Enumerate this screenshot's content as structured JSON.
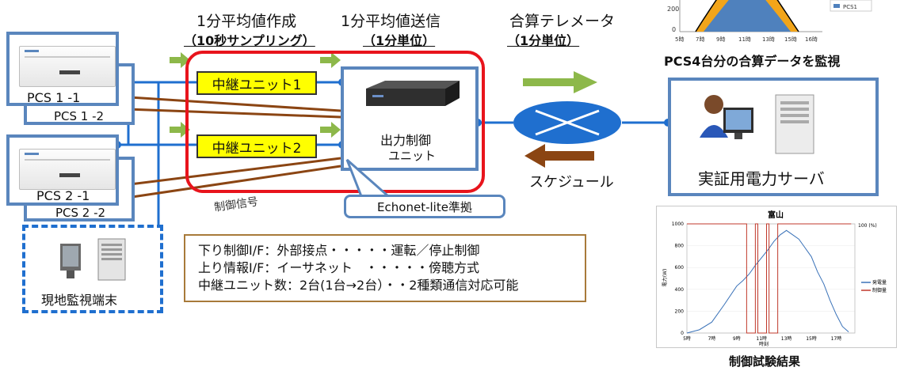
{
  "header": {
    "col1_line1": "1分平均値作成",
    "col1_line2": "（10秒サンプリング）",
    "col2_line1": "1分平均値送信",
    "col2_line2": "（1分単位）",
    "col3_line1": "合算テレメータ",
    "col3_line2": "（1分単位）"
  },
  "pcs_units": [
    "PCS 1 -1",
    "PCS 1 -2",
    "PCS 2 -1",
    "PCS 2 -2"
  ],
  "relay_units": [
    "中継ユニット1",
    "中継ユニット2"
  ],
  "output_control": {
    "line1": "出力制御",
    "line2": "ユニット"
  },
  "schedule_label": "スケジュール",
  "control_signal_label": "制御信号",
  "echonet_label": "Echonet-lite準拠",
  "server_label": "実証用電力サーバ",
  "local_terminal_label": "現地監視端末",
  "sum_monitor_label": "PCS4台分の合算データを監視",
  "spec_lines": [
    "下り制御I/F：外部接点・・・・・運転／停止制御",
    "上り情報I/F：イーサネット　・・・・・傍聴方式",
    "中継ユニット数：2台(1台→2台）・・2種類通信対応可能"
  ],
  "control_result_label": "制御試験結果",
  "colors": {
    "blue_frame": "#5a86bd",
    "red_frame": "#e8141c",
    "yellow": "#ffff00",
    "green_arrow": "#8db84a",
    "brown_arrow": "#8b4513",
    "network": "#1f6fcf"
  },
  "top_chart": {
    "y_ticks": [
      "200",
      "0"
    ],
    "x_ticks": [
      "5時",
      "7時",
      "9時",
      "11時",
      "13時",
      "15時",
      "16時"
    ],
    "legend": "PCS1"
  },
  "chart_data": {
    "type": "line",
    "title": "富山",
    "xlabel": "時刻",
    "ylabel": "電力(W)",
    "x_ticks": [
      "5時",
      "7時",
      "9時",
      "11時",
      "13時",
      "15時",
      "17時"
    ],
    "y_ticks": [
      "1000",
      "800",
      "600",
      "400",
      "200",
      "0"
    ],
    "y2_ticks": [
      "100 (%)"
    ],
    "legend": [
      "発電量",
      "制御量"
    ],
    "ylim": [
      0,
      1000
    ],
    "series": [
      {
        "name": "発電量",
        "x": [
          5,
          6,
          7,
          8,
          9,
          9.5,
          10,
          10.5,
          11,
          11.5,
          12,
          12.5,
          13,
          13.5,
          14,
          14.5,
          15,
          15.5,
          16,
          16.5,
          17,
          17.5,
          18
        ],
        "values": [
          0,
          30,
          100,
          260,
          430,
          480,
          540,
          620,
          690,
          760,
          840,
          900,
          940,
          900,
          860,
          780,
          700,
          560,
          450,
          300,
          170,
          60,
          10
        ]
      },
      {
        "name": "制御量",
        "x": [
          5,
          9.8,
          9.8,
          10.5,
          10.5,
          10.7,
          10.7,
          11.4,
          11.4,
          11.6,
          11.6,
          12.3,
          12.3,
          18.2
        ],
        "values": [
          100,
          100,
          0,
          0,
          100,
          100,
          0,
          0,
          100,
          100,
          0,
          0,
          100,
          100
        ]
      }
    ]
  }
}
